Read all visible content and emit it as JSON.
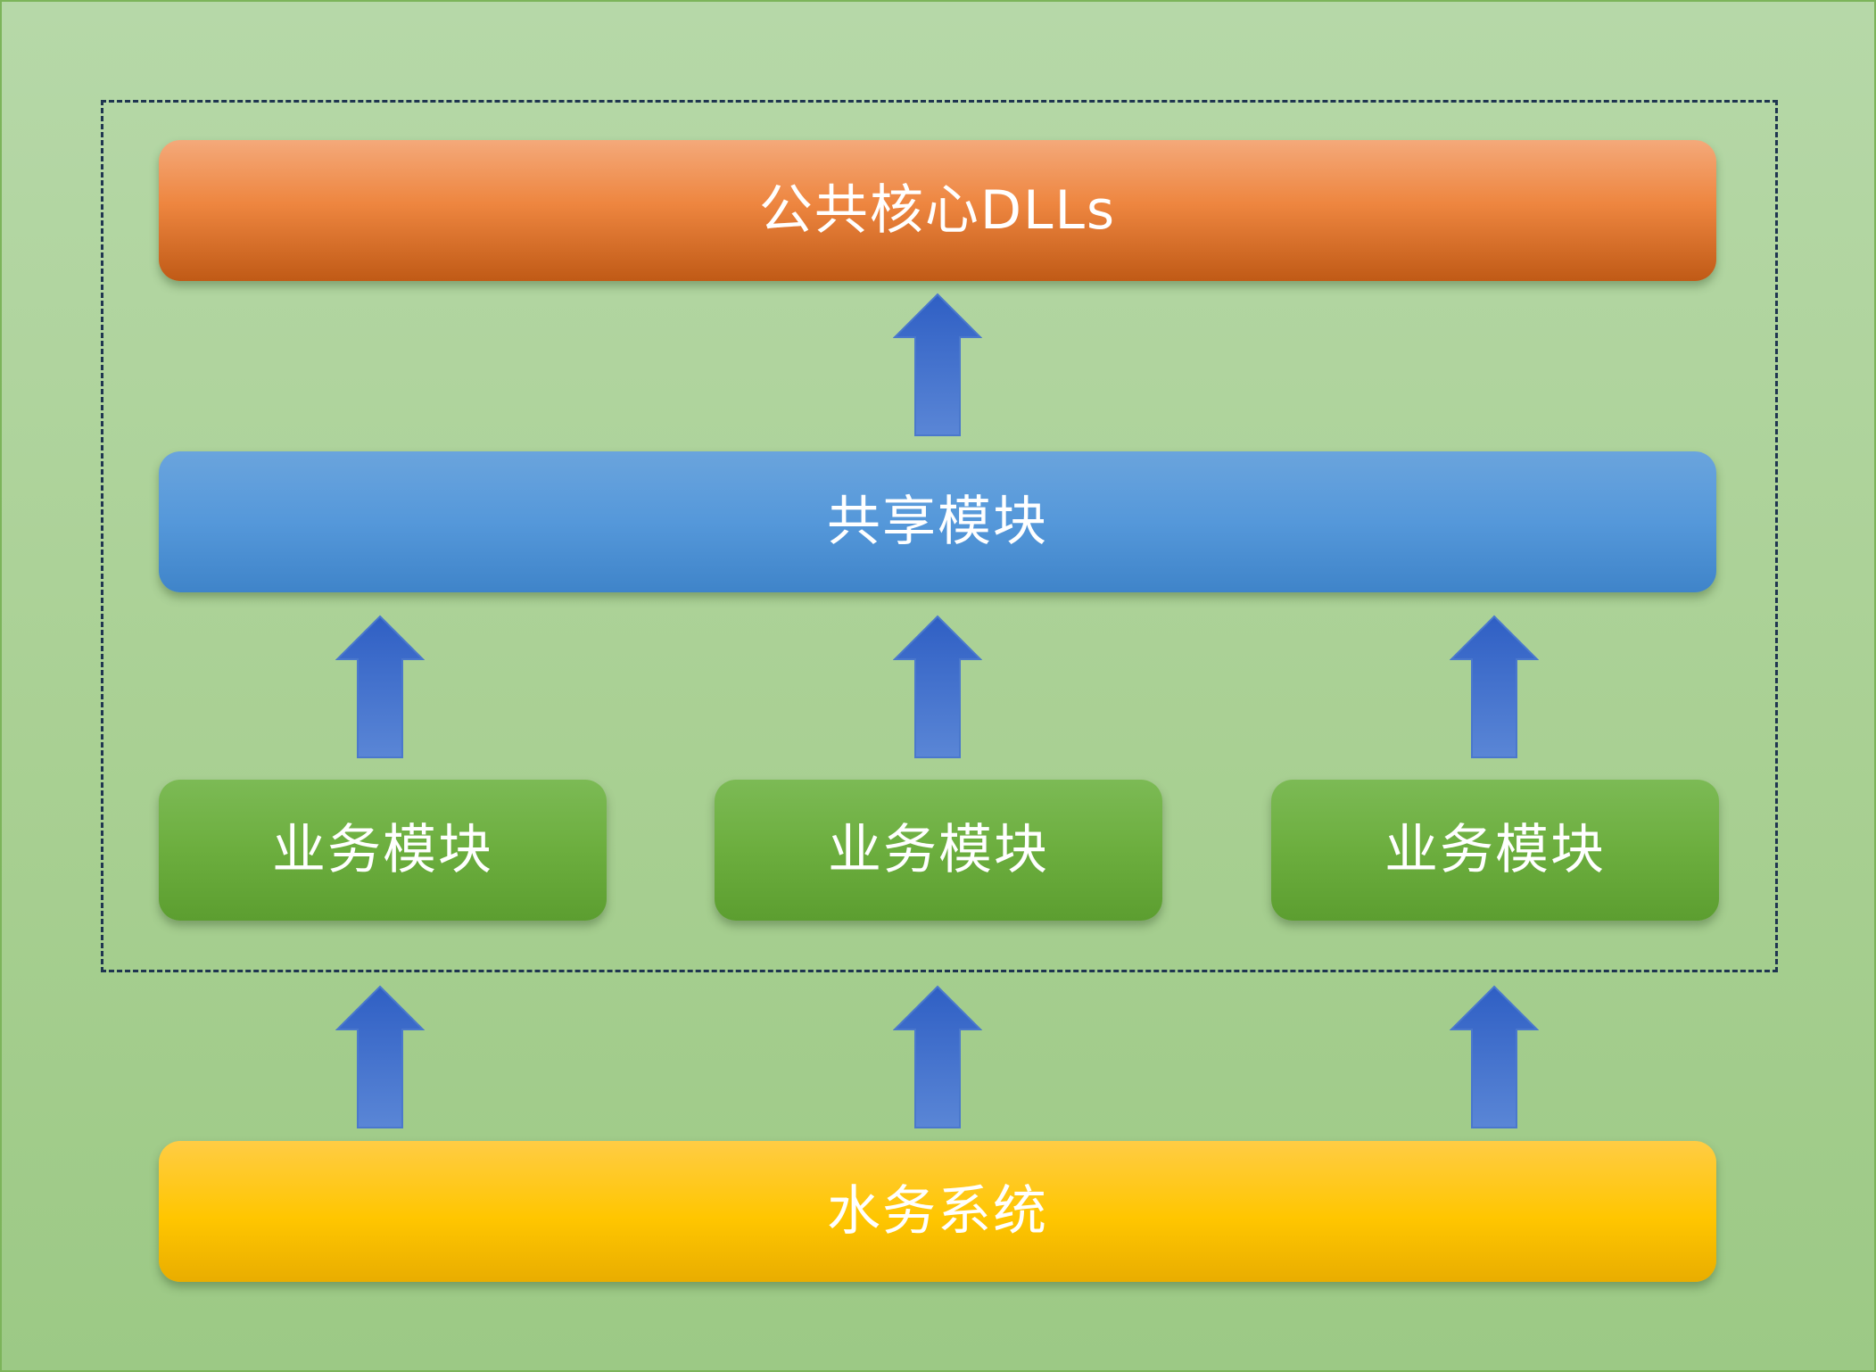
{
  "layers": {
    "core": "公共核心DLLs",
    "shared": "共享模块",
    "business": [
      "业务模块",
      "业务模块",
      "业务模块"
    ],
    "water": "水务系统"
  },
  "colors": {
    "background": "#a9d093",
    "frame_border": "#1f3550",
    "core": "#ee8640",
    "shared": "#5598da",
    "business": "#6cae3e",
    "water": "#ffc600",
    "arrow": "#3a6fc9"
  },
  "arrows": {
    "icon": "arrow-up-icon",
    "count": 7
  }
}
